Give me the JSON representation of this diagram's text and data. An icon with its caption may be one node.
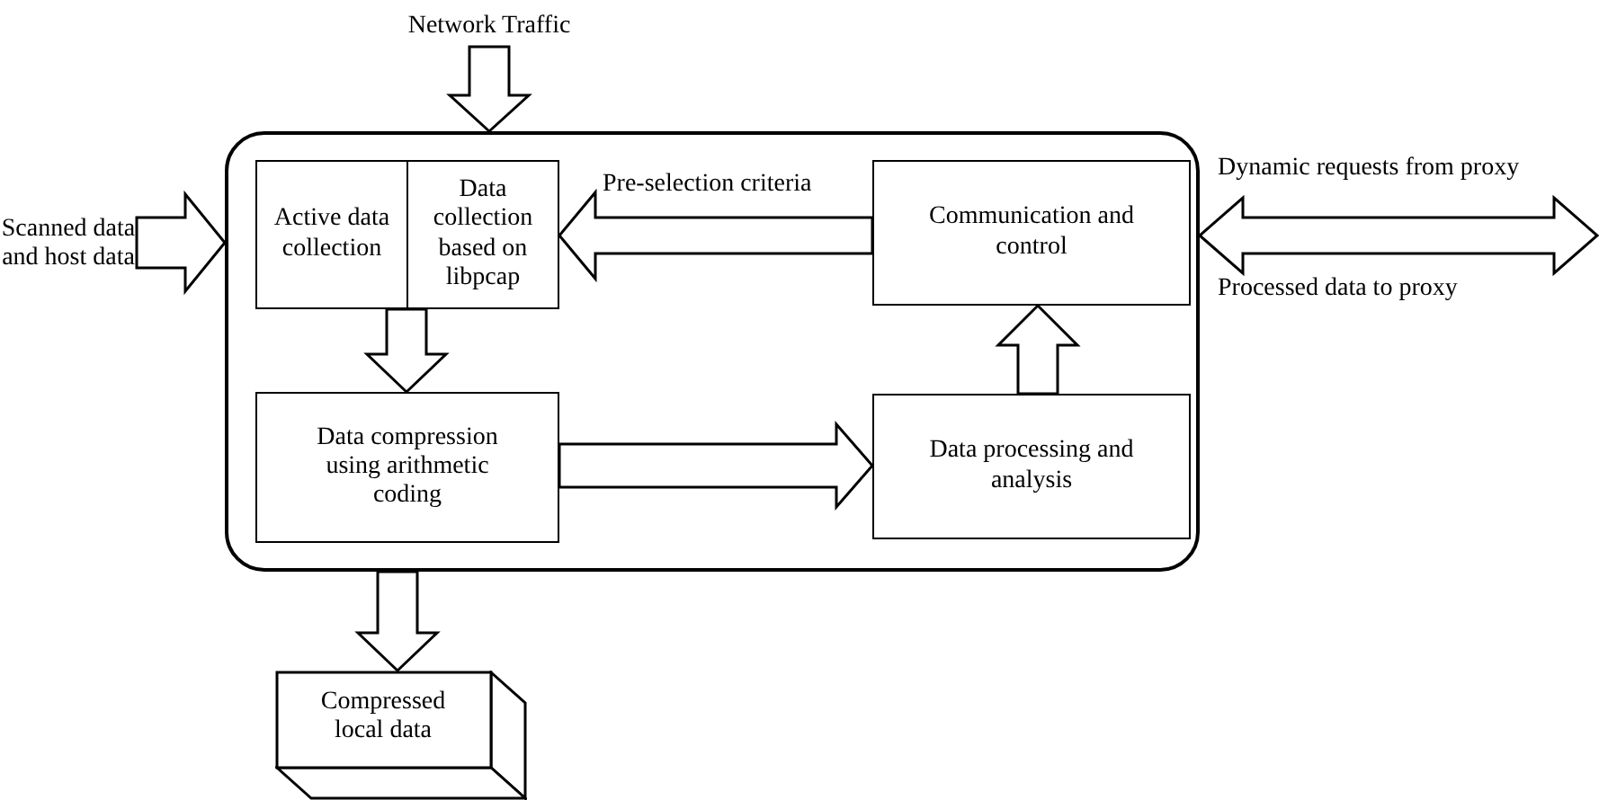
{
  "diagram": {
    "nodes": [
      {
        "text": [],
        "shape": "box"
      },
      {
        "text": [
          "Active data collection"
        ],
        "in": 0
      },
      {
        "text": [
          "Data collection based on libpcap"
        ],
        "in": 0
      },
      {
        "text": [
          "Communication and control"
        ],
        "in": 0
      },
      {
        "text": [
          "Data compression using arithmetic coding"
        ],
        "in": 0
      },
      {
        "text": [
          "Data processing and analysis"
        ],
        "in": 0
      },
      {
        "text": [
          "Compressed local data"
        ]
      },
      {
        "text": [
          "Network Traffic"
        ]
      },
      {
        "text": [
          "Scanned data and host data"
        ]
      }
    ],
    "edges": [
      {
        "from": 7,
        "to": 0,
        "arrow": "to"
      },
      {
        "from": 8,
        "to": 0,
        "arrow": "to"
      },
      {
        "from": 3,
        "to": 2,
        "arrow": "to",
        "label": "Pre-selection criteria"
      },
      {
        "from": 1,
        "to": 4,
        "arrow": "to"
      },
      {
        "from": 4,
        "to": 5,
        "arrow": "to"
      },
      {
        "from": 5,
        "to": 3,
        "arrow": "to"
      },
      {
        "from": 0,
        "to": null,
        "arrow": "both"
      },
      {
        "from": 0,
        "to": 6,
        "arrow": "to"
      }
    ],
    "labels": [
      "Dynamic requests from proxy",
      "Processed data to proxy"
    ]
  }
}
